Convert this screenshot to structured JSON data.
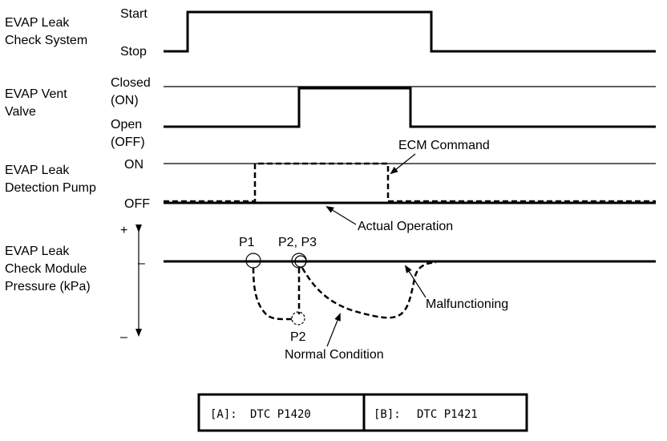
{
  "rows": {
    "system": {
      "label_line1": "EVAP Leak",
      "label_line2": "Check System",
      "level_high": "Start",
      "level_low": "Stop"
    },
    "vent_valve": {
      "label_line1": "EVAP Vent",
      "label_line2": "Valve",
      "level_high_line1": "Closed",
      "level_high_line2": "(ON)",
      "level_low_line1": "Open",
      "level_low_line2": "(OFF)"
    },
    "pump": {
      "label_line1": "EVAP Leak",
      "label_line2": "Detection Pump",
      "level_high": "ON",
      "level_low": "OFF"
    },
    "pressure": {
      "label_line1": "EVAP Leak",
      "label_line2": "Check Module",
      "label_line3": "Pressure (kPa)",
      "axis_plus": "+",
      "axis_zero": "–",
      "axis_minus": "–"
    }
  },
  "annotations": {
    "ecm_command": "ECM Command",
    "actual_operation": "Actual Operation",
    "malfunctioning": "Malfunctioning",
    "normal_condition": "Normal Condition",
    "p1": "P1",
    "p2_p3": "P2, P3",
    "p2": "P2"
  },
  "legend": {
    "a_key": "[A]:",
    "a_value": "DTC P1420",
    "b_key": "[B]:",
    "b_value": "DTC P1421"
  }
}
